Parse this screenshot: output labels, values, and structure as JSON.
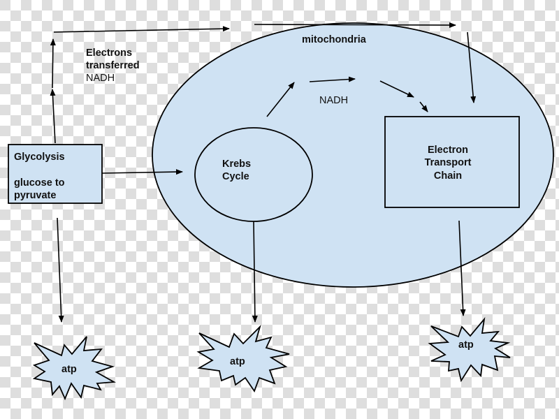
{
  "diagram": {
    "fill_color": "#cfe2f3",
    "stroke_color": "#000000",
    "nodes": {
      "glycolysis": {
        "title": "Glycolysis",
        "subtitle_line1": "glucose to",
        "subtitle_line2": "pyruvate"
      },
      "mitochondria": {
        "label": "mitochondria"
      },
      "krebs": {
        "line1": "Krebs",
        "line2": "Cycle"
      },
      "etc": {
        "line1": "Electron",
        "line2": "Transport",
        "line3": "Chain"
      },
      "atp_left": {
        "label": "atp"
      },
      "atp_middle": {
        "label": "atp"
      },
      "atp_right": {
        "label": "atp"
      }
    },
    "annotations": {
      "electrons_line1": "Electrons",
      "electrons_line2": "transferred",
      "electrons_line3": "NADH",
      "inner_nadh": "NADH"
    },
    "edges": [
      {
        "from": "glycolysis",
        "to": "krebs"
      },
      {
        "from": "glycolysis",
        "to": "electron-transport-chain",
        "via": "electrons transferred NADH"
      },
      {
        "from": "krebs",
        "to": "electron-transport-chain",
        "via": "NADH"
      },
      {
        "from": "glycolysis",
        "to": "atp_left"
      },
      {
        "from": "krebs",
        "to": "atp_middle"
      },
      {
        "from": "electron-transport-chain",
        "to": "atp_right"
      }
    ]
  }
}
